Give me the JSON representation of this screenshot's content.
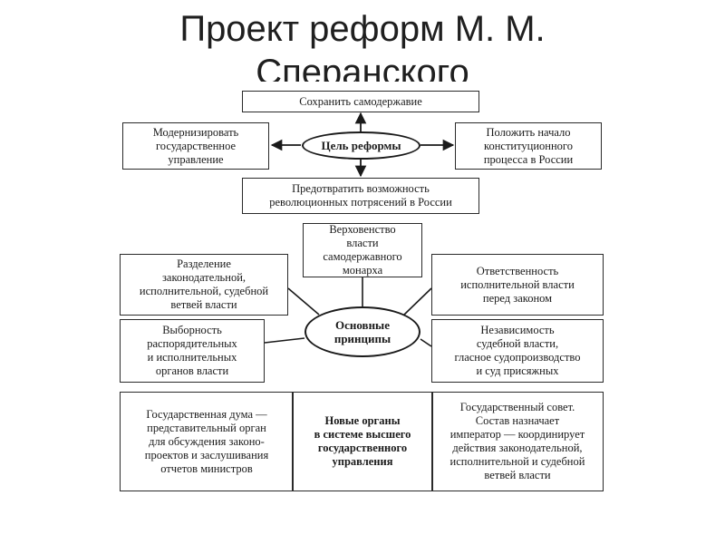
{
  "title": "Проект реформ М. М.\nСперанского",
  "section_goal": {
    "top": "Сохранить самодержавие",
    "left": "Модернизировать\nгосударственное\nуправление",
    "center": "Цель реформы",
    "right": "Положить начало\nконституционного\nпроцесса в России",
    "bottom": "Предотвратить возможность\nреволюционных потрясений в России"
  },
  "section_principles": {
    "center": "Основные\nпринципы",
    "top": "Верховенство\nвласти\nсамодержавного\nмонарха",
    "left_top": "Разделение\nзаконодательной,\nисполнительной, судебной\nветвей власти",
    "left_bottom": "Выборность\nраспорядительных\nи исполнительных\nорганов власти",
    "right_top": "Ответственность\nисполнительной власти\nперед законом",
    "right_bottom": "Независимость\nсудебной власти,\nгласное судопроизводство\nи суд присяжных"
  },
  "section_organs": {
    "left": "Государственная дума —\nпредставительный орган\nдля обсуждения законо-\nпроектов и заслушивания\nотчетов министров",
    "center": "Новые органы\nв системе высшего\nгосударственного\nуправления",
    "right": "Государственный совет.\nСостав назначает\nимператор — координирует\nдействия законодательной,\nисполнительной и судебной\nветвей власти"
  }
}
